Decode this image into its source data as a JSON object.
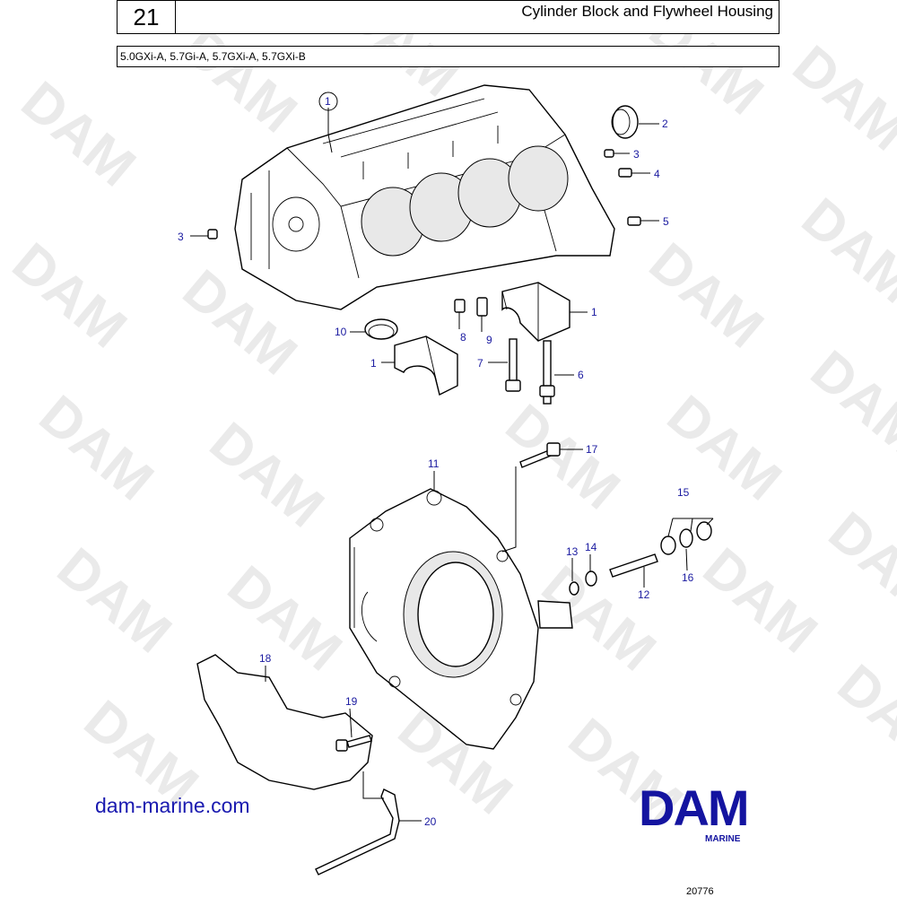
{
  "header": {
    "section_number": "21",
    "title": "Cylinder Block and Flywheel Housing",
    "models": "5.0GXi-A, 5.7Gi-A, 5.7GXi-A, 5.7GXi-B"
  },
  "watermark_text": "DAM",
  "callouts": [
    "1",
    "2",
    "3",
    "4",
    "5",
    "3",
    "1",
    "10",
    "8",
    "9",
    "1",
    "7",
    "6",
    "17",
    "11",
    "15",
    "13",
    "14",
    "12",
    "16",
    "18",
    "19",
    "20"
  ],
  "footer": {
    "website": "dam-marine.com",
    "logo": "DAM",
    "logo_sub": "MARINE",
    "reference": "20776"
  },
  "colors": {
    "brand": "#1414a0",
    "callout": "#1a1aa0",
    "watermark": "#d9d9d9"
  }
}
